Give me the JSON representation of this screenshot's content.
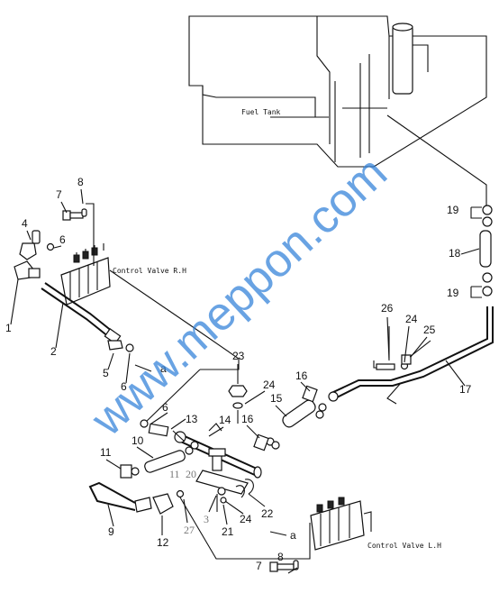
{
  "labels": {
    "fuel_tank": "Fuel Tank",
    "control_valve_rh": "Control Valve R.H",
    "control_valve_lh": "Control Valve L.H"
  },
  "callouts": {
    "c1": "1",
    "c2": "2",
    "c3": "3",
    "c4": "4",
    "c5": "5",
    "c6a": "6",
    "c6b": "6",
    "c6c": "6",
    "c7a": "7",
    "c7b": "7",
    "c8a": "8",
    "c8b": "8",
    "c9": "9",
    "c10": "10",
    "c11a": "11",
    "c11b": "11",
    "c12": "12",
    "c13": "13",
    "c14": "14",
    "c15": "15",
    "c16a": "16",
    "c16b": "16",
    "c17": "17",
    "c18": "18",
    "c19a": "19",
    "c19b": "19",
    "c20": "20",
    "c21": "21",
    "c22": "22",
    "c23": "23",
    "c24a": "24",
    "c24b": "24",
    "c24c": "24",
    "c25": "25",
    "c26": "26",
    "c27": "27"
  },
  "refs": {
    "a1": "a",
    "a2": "a"
  },
  "watermark": "www.meppon.com"
}
